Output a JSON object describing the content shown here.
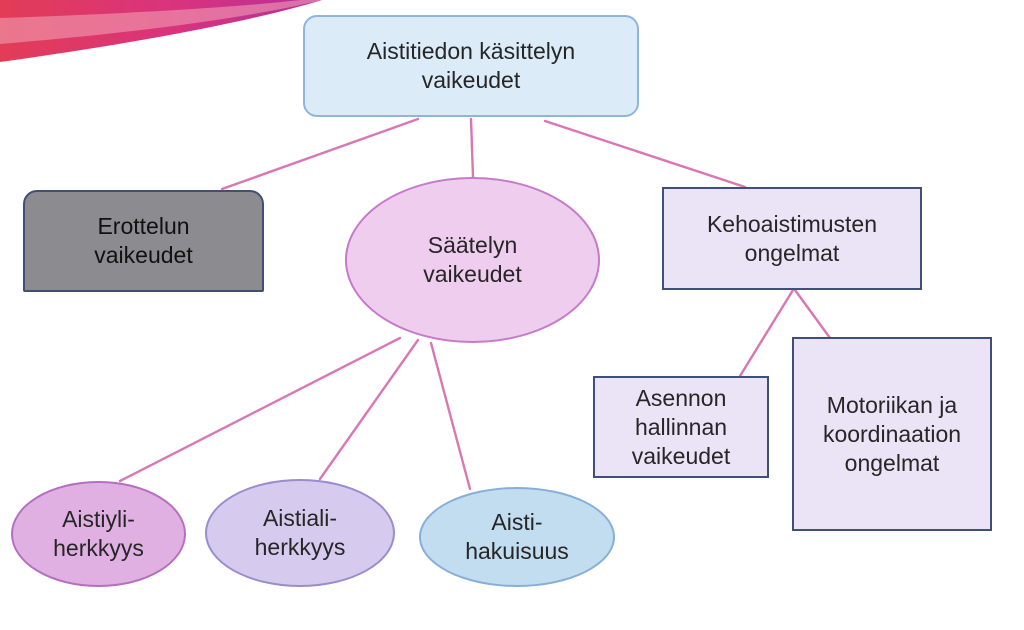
{
  "diagram": {
    "colors": {
      "connector": "#d977b4",
      "root_fill": "#dcebf8",
      "root_border": "#8fb5de",
      "gray_fill": "#8c8c90",
      "violet_fill": "#ebe3f6",
      "ellipse_pink": "#efcdee",
      "ellipse_magenta": "#e0b0e2",
      "ellipse_lavender": "#d6cbee",
      "ellipse_blue": "#c2dcf0"
    },
    "nodes": {
      "root": "Aistitiedon käsittelyn\nvaikeudet",
      "erottelu": "Erottelun\nvaikeudet",
      "saately": "Säätelyn\nvaikeudet",
      "kehoaistimus": "Kehoaistimusten\nongelmat",
      "aistiyliherkkyys": "Aistiyli-\nherkkyys",
      "aistialiherkkyys": "Aistiali-\nherkkyys",
      "aistihakuisuus": "Aisti-\nhakuisuus",
      "asennon": "Asennon\nhallinnan\nvaikeudet",
      "motoriikka": "Motoriikan ja\nkoordinaation\nongelmat"
    },
    "edges": [
      [
        "root",
        "erottelu"
      ],
      [
        "root",
        "saately"
      ],
      [
        "root",
        "kehoaistimus"
      ],
      [
        "saately",
        "aistiyliherkkyys"
      ],
      [
        "saately",
        "aistialiherkkyys"
      ],
      [
        "saately",
        "aistihakuisuus"
      ],
      [
        "kehoaistimus",
        "asennon"
      ],
      [
        "kehoaistimus",
        "motoriikka"
      ]
    ]
  }
}
